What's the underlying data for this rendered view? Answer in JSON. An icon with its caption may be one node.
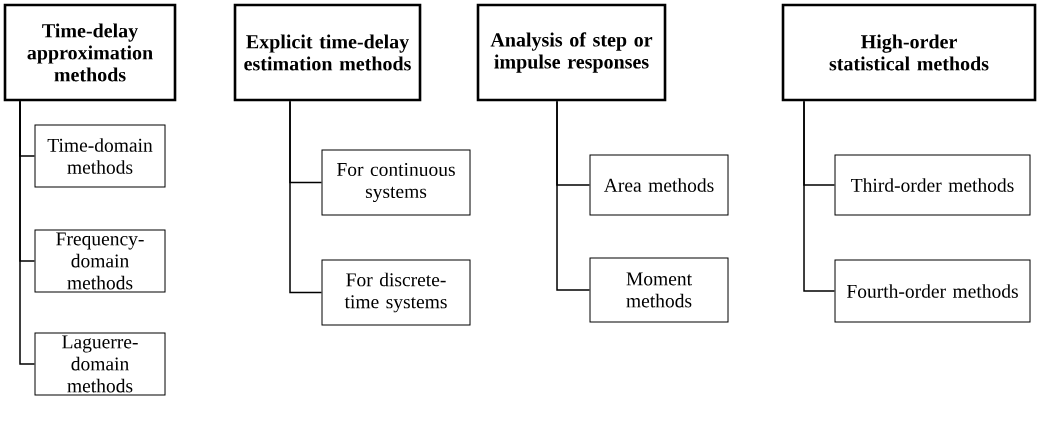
{
  "diagram": {
    "nodes": [
      {
        "text": [
          "Time-delay approximation methods"
        ]
      },
      {
        "text": [
          "Time-domain methods"
        ]
      },
      {
        "text": [
          "Frequency-domain methods"
        ]
      },
      {
        "text": [
          "Laguerre-domain methods"
        ]
      },
      {
        "text": [
          "Explicit time-delay estimation methods"
        ]
      },
      {
        "text": [
          "For continuous systems"
        ]
      },
      {
        "text": [
          "For discrete-time systems"
        ]
      },
      {
        "text": [
          "Analysis of step or impulse responses"
        ]
      },
      {
        "text": [
          "Area methods"
        ]
      },
      {
        "text": [
          "Moment methods"
        ]
      },
      {
        "text": [
          "High-order statistical methods"
        ]
      },
      {
        "text": [
          "Third-order methods"
        ]
      },
      {
        "text": [
          "Fourth-order methods"
        ]
      }
    ],
    "edges": [
      {
        "from": 0,
        "to": 1,
        "arrow": "none"
      },
      {
        "from": 0,
        "to": 2,
        "arrow": "none"
      },
      {
        "from": 0,
        "to": 3,
        "arrow": "none"
      },
      {
        "from": 4,
        "to": 5,
        "arrow": "none"
      },
      {
        "from": 4,
        "to": 6,
        "arrow": "none"
      },
      {
        "from": 7,
        "to": 8,
        "arrow": "none"
      },
      {
        "from": 7,
        "to": 9,
        "arrow": "none"
      },
      {
        "from": 10,
        "to": 11,
        "arrow": "none"
      },
      {
        "from": 10,
        "to": 12,
        "arrow": "none"
      }
    ]
  }
}
